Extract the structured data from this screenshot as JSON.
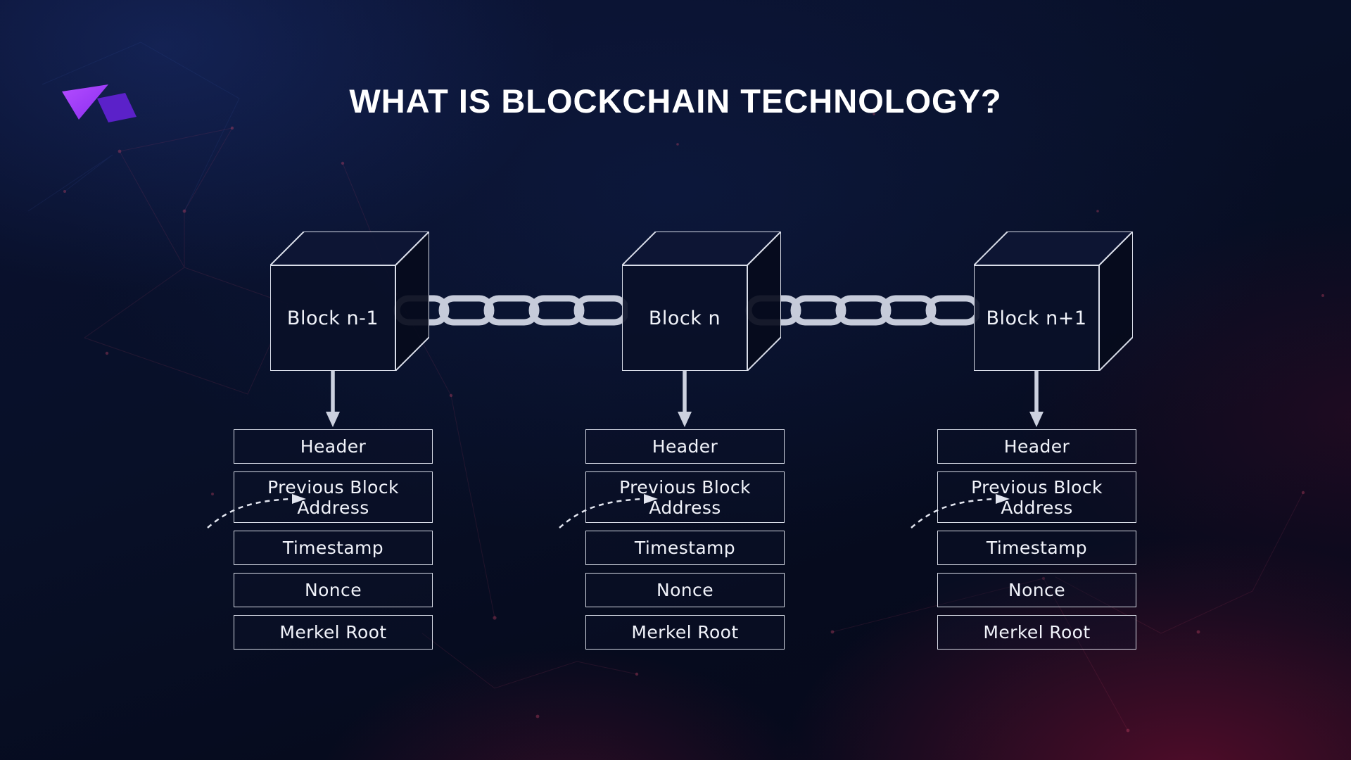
{
  "title": "WHAT IS BLOCKCHAIN TECHNOLOGY?",
  "logo": {
    "name": "brand-logo",
    "color_primary": "#a43cff",
    "color_secondary": "#5b21c9"
  },
  "colors": {
    "background": "#070d22",
    "title_text": "#ffffff",
    "diagram_text": "#f1f3fa",
    "box_border": "#e8ecf6",
    "chain": "#c6cbda",
    "glow_red": "#8c1438",
    "glow_blue": "#28468f"
  },
  "icons": {
    "chain": "chain-link-icon",
    "down_arrow": "down-arrow-icon",
    "dashed_pointer": "previous-address-pointer-icon"
  },
  "blocks": [
    {
      "label": "Block n-1",
      "fields": {
        "header": "Header",
        "previous": "Previous Block Address",
        "timestamp": "Timestamp",
        "nonce": "Nonce",
        "merkel": "Merkel Root"
      }
    },
    {
      "label": "Block n",
      "fields": {
        "header": "Header",
        "previous": "Previous Block Address",
        "timestamp": "Timestamp",
        "nonce": "Nonce",
        "merkel": "Merkel Root"
      }
    },
    {
      "label": "Block n+1",
      "fields": {
        "header": "Header",
        "previous": "Previous Block Address",
        "timestamp": "Timestamp",
        "nonce": "Nonce",
        "merkel": "Merkel Root"
      }
    }
  ]
}
